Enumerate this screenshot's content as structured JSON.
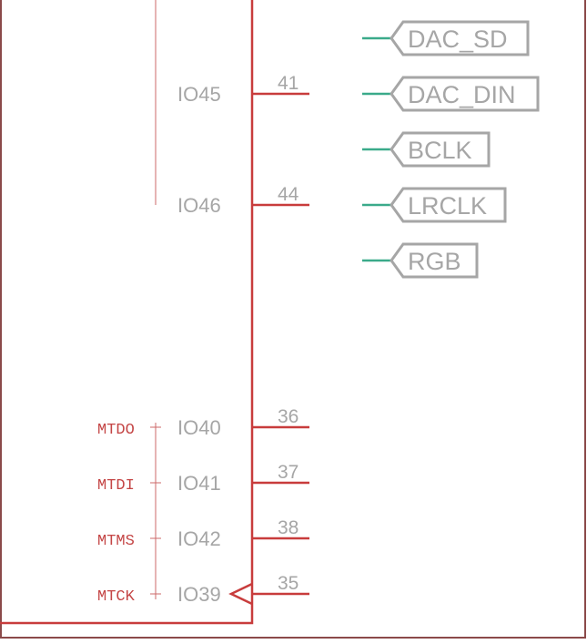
{
  "colors": {
    "frame": "#8b4a4a",
    "symbol": "#c83c3c",
    "bracket": "#cc6a6a",
    "wire": "#3aaa8a",
    "label_outline": "#a6a6a6",
    "text": "#a6a6a6"
  },
  "pins": [
    {
      "name": "IO45",
      "number": "41"
    },
    {
      "name": "IO46",
      "number": "44"
    },
    {
      "name": "IO40",
      "number": "36",
      "jtag": "MTDO"
    },
    {
      "name": "IO41",
      "number": "37",
      "jtag": "MTDI"
    },
    {
      "name": "IO42",
      "number": "38",
      "jtag": "MTMS"
    },
    {
      "name": "IO39",
      "number": "35",
      "jtag": "MTCK"
    }
  ],
  "net_labels": [
    {
      "text": "DAC_SD"
    },
    {
      "text": "DAC_DIN"
    },
    {
      "text": "BCLK"
    },
    {
      "text": "LRCLK"
    },
    {
      "text": "RGB"
    }
  ]
}
